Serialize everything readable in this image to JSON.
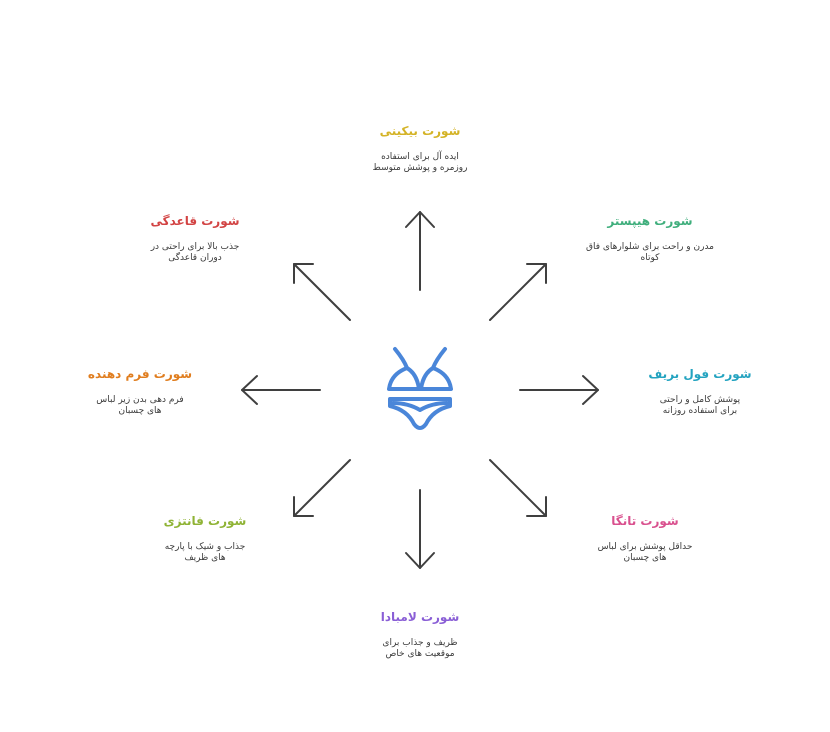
{
  "colors": {
    "arrow": "#3f3f3f",
    "icon": "#4a86d9",
    "background": "#ffffff"
  },
  "center_icon": "lingerie-icon",
  "nodes": {
    "bikini": {
      "title": "شورت بیکینی",
      "desc_line1": "ایده آل برای استفاده",
      "desc_line2": "روزمره و پوشش متوسط",
      "color": "#d4b326"
    },
    "hipster": {
      "title": "شورت هیپستر",
      "desc_line1": "مدرن و راحت برای شلوارهای فاق",
      "desc_line2": "کوتاه",
      "color": "#3fae7c"
    },
    "fullbrief": {
      "title": "شورت فول بریف",
      "desc_line1": "پوشش کامل و راحتی",
      "desc_line2": "برای استفاده روزانه",
      "color": "#23a3c0"
    },
    "thong": {
      "title": "شورت تانگا",
      "desc_line1": "حداقل پوشش برای لباس",
      "desc_line2": "های چسبان",
      "color": "#d9508e"
    },
    "lambada": {
      "title": "شورت لامبادا",
      "desc_line1": "ظریف و جذاب برای",
      "desc_line2": "موقعیت های خاص",
      "color": "#8a5fd6"
    },
    "fantasy": {
      "title": "شورت فانتزی",
      "desc_line1": "جذاب و شیک با پارچه",
      "desc_line2": "های ظریف",
      "color": "#8fb335"
    },
    "shaper": {
      "title": "شورت فرم دهنده",
      "desc_line1": "فرم دهی بدن زیر لباس",
      "desc_line2": "های چسبان",
      "color": "#e07d1e"
    },
    "period": {
      "title": "شورت قاعدگی",
      "desc_line1": "جذب بالا برای راحتی در",
      "desc_line2": "دوران قاعدگی",
      "color": "#d24343"
    }
  }
}
